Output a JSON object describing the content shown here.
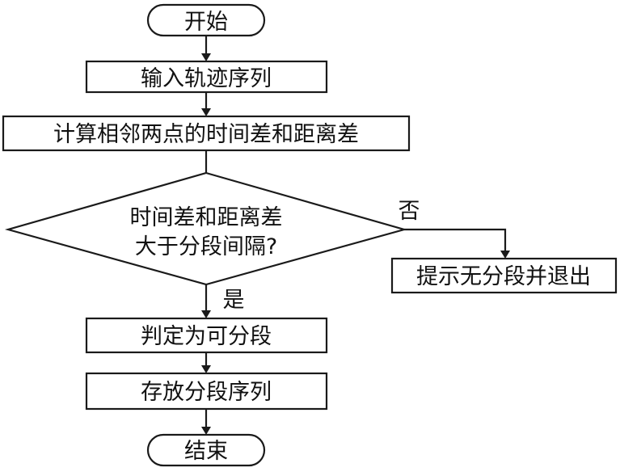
{
  "flowchart": {
    "start": "开始",
    "input": "输入轨迹序列",
    "compute": "计算相邻两点的时间差和距离差",
    "decision_line1": "时间差和距离差",
    "decision_line2": "大于分段间隔?",
    "yes_label": "是",
    "no_label": "否",
    "no_action": "提示无分段并退出",
    "judge": "判定为可分段",
    "store": "存放分段序列",
    "end": "结束"
  }
}
